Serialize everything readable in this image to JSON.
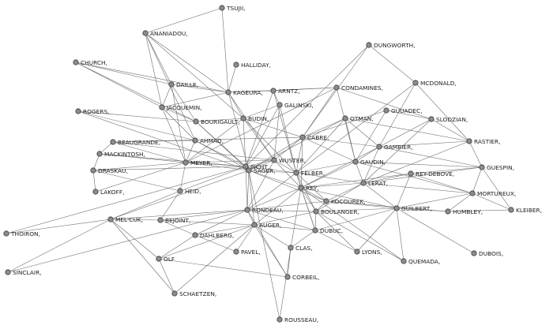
{
  "nodes": [
    {
      "id": "TSUJII",
      "label": "TSUJII,"
    },
    {
      "id": "ANANIADOU",
      "label": "ANANIADOU,"
    },
    {
      "id": "DUNGWORTH",
      "label": "DUNGWORTH,"
    },
    {
      "id": "CHURCH",
      "label": "CHURCH,"
    },
    {
      "id": "HALLIDAY",
      "label": "HALLIDAY,"
    },
    {
      "id": "MCDONALD",
      "label": "MCDONALD,"
    },
    {
      "id": "DAILLE",
      "label": "DAILLE,"
    },
    {
      "id": "KAGEURA",
      "label": "KAGEURA,"
    },
    {
      "id": "ARNTZ",
      "label": "ARNTZ,"
    },
    {
      "id": "CONDAMINES",
      "label": "CONDAMINES,"
    },
    {
      "id": "GALINSKI",
      "label": "GALINSKI,"
    },
    {
      "id": "ROGERS",
      "label": "ROGERS,"
    },
    {
      "id": "JACQUEMIN",
      "label": "JACQUEMIN,"
    },
    {
      "id": "BOURIGAULT",
      "label": "BOURIGAULT,"
    },
    {
      "id": "BUDIN",
      "label": "BUDIN,"
    },
    {
      "id": "GUUADEC",
      "label": "GUUADEC,"
    },
    {
      "id": "OTMAN",
      "label": "OTMAN,"
    },
    {
      "id": "SLODZIAN",
      "label": "SLODZIAN,"
    },
    {
      "id": "AHMAD",
      "label": "AHMAD,"
    },
    {
      "id": "BEAUGRANDE",
      "label": "BEAUGRANDE,"
    },
    {
      "id": "CABRE",
      "label": "CABRE,"
    },
    {
      "id": "RASTIER",
      "label": "RASTIER,"
    },
    {
      "id": "MACKINTOSH",
      "label": "MACKINTOSH,"
    },
    {
      "id": "GAMBIER",
      "label": "GAMBIER,"
    },
    {
      "id": "WUSTER",
      "label": "WUSTER,"
    },
    {
      "id": "MEYER",
      "label": "MEYER,"
    },
    {
      "id": "GAUDIN",
      "label": "GAUDIN,"
    },
    {
      "id": "PICHT",
      "label": "PICHT,"
    },
    {
      "id": "SAGER",
      "label": "SAGER,"
    },
    {
      "id": "FELBER",
      "label": "FELBER,"
    },
    {
      "id": "GUESPIN",
      "label": "GUESPIN,"
    },
    {
      "id": "DRASKAU",
      "label": "DRASKAU,"
    },
    {
      "id": "REYDEBOVE",
      "label": "REY-DEBOVE,"
    },
    {
      "id": "LERAT",
      "label": "LERAT,"
    },
    {
      "id": "LAKOFF",
      "label": "LAKOFF,"
    },
    {
      "id": "HEID",
      "label": "HEID,"
    },
    {
      "id": "REY",
      "label": "REY,"
    },
    {
      "id": "MORTUREUX",
      "label": "MORTUREUX,"
    },
    {
      "id": "KOCOUREK",
      "label": "KOCOUREK,"
    },
    {
      "id": "KLEIBER",
      "label": "KLEIBER,"
    },
    {
      "id": "RONDEAU",
      "label": "RONDEAU,"
    },
    {
      "id": "BOULANGER",
      "label": "BOULANGER,"
    },
    {
      "id": "GUILBERT",
      "label": "GUILBERT,"
    },
    {
      "id": "HUMBLEY",
      "label": "HUMBLEY,"
    },
    {
      "id": "MELCUK",
      "label": "MEL'CUK,"
    },
    {
      "id": "BEJOINT",
      "label": "BEJOINT,"
    },
    {
      "id": "AUGER",
      "label": "AUGER,"
    },
    {
      "id": "THOIRON",
      "label": "THOIRON,"
    },
    {
      "id": "DAHLBERG",
      "label": "DAHLBERG,"
    },
    {
      "id": "DUBUC",
      "label": "DUBUC,"
    },
    {
      "id": "PAVEL",
      "label": "PAVEL,"
    },
    {
      "id": "CLAS",
      "label": "CLAS,"
    },
    {
      "id": "LYONS",
      "label": "LYONS,"
    },
    {
      "id": "QUEMADA",
      "label": "QUEMADA,"
    },
    {
      "id": "DUBOIS",
      "label": "DUBOIS,"
    },
    {
      "id": "OLF",
      "label": "OLF"
    },
    {
      "id": "SINCLAIR",
      "label": "SINCLAIR,"
    },
    {
      "id": "CORBEIL",
      "label": "CORBEIL,"
    },
    {
      "id": "SCHAETZEN",
      "label": "SCHAETZEN,"
    },
    {
      "id": "ROUSSEAU",
      "label": "ROUSSEAU,"
    }
  ],
  "edges": [
    [
      "TSUJII",
      "ANANIADOU"
    ],
    [
      "TSUJII",
      "KAGEURA"
    ],
    [
      "ANANIADOU",
      "DAILLE"
    ],
    [
      "ANANIADOU",
      "KAGEURA"
    ],
    [
      "ANANIADOU",
      "JACQUEMIN"
    ],
    [
      "ANANIADOU",
      "BUDIN"
    ],
    [
      "ANANIADOU",
      "AHMAD"
    ],
    [
      "CHURCH",
      "DAILLE"
    ],
    [
      "CHURCH",
      "KAGEURA"
    ],
    [
      "CHURCH",
      "JACQUEMIN"
    ],
    [
      "CHURCH",
      "BOURIGAULT"
    ],
    [
      "HALLIDAY",
      "KAGEURA"
    ],
    [
      "DUNGWORTH",
      "CABRE"
    ],
    [
      "DUNGWORTH",
      "PICHT"
    ],
    [
      "DUNGWORTH",
      "MCDONALD"
    ],
    [
      "MCDONALD",
      "RASTIER"
    ],
    [
      "MCDONALD",
      "GAMBIER"
    ],
    [
      "MCDONALD",
      "FELBER"
    ],
    [
      "DAILLE",
      "JACQUEMIN"
    ],
    [
      "DAILLE",
      "BOURIGAULT"
    ],
    [
      "DAILLE",
      "KAGEURA"
    ],
    [
      "DAILLE",
      "MEYER"
    ],
    [
      "KAGEURA",
      "ARNTZ"
    ],
    [
      "KAGEURA",
      "BUDIN"
    ],
    [
      "KAGEURA",
      "JACQUEMIN"
    ],
    [
      "KAGEURA",
      "SAGER"
    ],
    [
      "KAGEURA",
      "CONDAMINES"
    ],
    [
      "KAGEURA",
      "WUSTER"
    ],
    [
      "ARNTZ",
      "GALINSKI"
    ],
    [
      "ARNTZ",
      "PICHT"
    ],
    [
      "ARNTZ",
      "FELBER"
    ],
    [
      "ARNTZ",
      "CONDAMINES"
    ],
    [
      "CONDAMINES",
      "CABRE"
    ],
    [
      "CONDAMINES",
      "GAUDIN"
    ],
    [
      "CONDAMINES",
      "SLODZIAN"
    ],
    [
      "CONDAMINES",
      "MEYER"
    ],
    [
      "GALINSKI",
      "BUDIN"
    ],
    [
      "GALINSKI",
      "PICHT"
    ],
    [
      "GALINSKI",
      "FELBER"
    ],
    [
      "GALINSKI",
      "WUSTER"
    ],
    [
      "ROGERS",
      "BOURIGAULT"
    ],
    [
      "ROGERS",
      "AHMAD"
    ],
    [
      "ROGERS",
      "SAGER"
    ],
    [
      "JACQUEMIN",
      "BOURIGAULT"
    ],
    [
      "JACQUEMIN",
      "MEYER"
    ],
    [
      "JACQUEMIN",
      "AHMAD"
    ],
    [
      "BOURIGAULT",
      "BUDIN"
    ],
    [
      "BOURIGAULT",
      "PICHT"
    ],
    [
      "BOURIGAULT",
      "SAGER"
    ],
    [
      "BUDIN",
      "PICHT"
    ],
    [
      "BUDIN",
      "WUSTER"
    ],
    [
      "BUDIN",
      "FELBER"
    ],
    [
      "BUDIN",
      "CABRE"
    ],
    [
      "BUDIN",
      "MEYER"
    ],
    [
      "GUUADEC",
      "CABRE"
    ],
    [
      "GUUADEC",
      "GAUDIN"
    ],
    [
      "GUUADEC",
      "SLODZIAN"
    ],
    [
      "OTMAN",
      "CABRE"
    ],
    [
      "OTMAN",
      "SAGER"
    ],
    [
      "OTMAN",
      "GAUDIN"
    ],
    [
      "OTMAN",
      "FELBER"
    ],
    [
      "OTMAN",
      "RASTIER"
    ],
    [
      "OTMAN",
      "GAMBIER"
    ],
    [
      "SLODZIAN",
      "RASTIER"
    ],
    [
      "SLODZIAN",
      "GAMBIER"
    ],
    [
      "SLODZIAN",
      "LERAT"
    ],
    [
      "AHMAD",
      "MEYER"
    ],
    [
      "AHMAD",
      "PICHT"
    ],
    [
      "AHMAD",
      "SAGER"
    ],
    [
      "AHMAD",
      "BEAUGRANDE"
    ],
    [
      "BEAUGRANDE",
      "MACKINTOSH"
    ],
    [
      "BEAUGRANDE",
      "MEYER"
    ],
    [
      "BEAUGRANDE",
      "WUSTER"
    ],
    [
      "BEAUGRANDE",
      "CABRE"
    ],
    [
      "CABRE",
      "WUSTER"
    ],
    [
      "CABRE",
      "SAGER"
    ],
    [
      "CABRE",
      "FELBER"
    ],
    [
      "CABRE",
      "GAUDIN"
    ],
    [
      "CABRE",
      "REY"
    ],
    [
      "CABRE",
      "GAMBIER"
    ],
    [
      "RASTIER",
      "GAMBIER"
    ],
    [
      "RASTIER",
      "GUESPIN"
    ],
    [
      "RASTIER",
      "LERAT"
    ],
    [
      "MACKINTOSH",
      "MEYER"
    ],
    [
      "MACKINTOSH",
      "DRASKAU"
    ],
    [
      "MACKINTOSH",
      "PICHT"
    ],
    [
      "GAMBIER",
      "GAUDIN"
    ],
    [
      "GAMBIER",
      "GUESPIN"
    ],
    [
      "GAMBIER",
      "LERAT"
    ],
    [
      "GAMBIER",
      "REY"
    ],
    [
      "WUSTER",
      "PICHT"
    ],
    [
      "WUSTER",
      "SAGER"
    ],
    [
      "WUSTER",
      "FELBER"
    ],
    [
      "WUSTER",
      "MEYER"
    ],
    [
      "WUSTER",
      "REY"
    ],
    [
      "WUSTER",
      "RONDEAU"
    ],
    [
      "MEYER",
      "PICHT"
    ],
    [
      "MEYER",
      "SAGER"
    ],
    [
      "MEYER",
      "HEID"
    ],
    [
      "MEYER",
      "LAKOFF"
    ],
    [
      "MEYER",
      "DRASKAU"
    ],
    [
      "GAUDIN",
      "LERAT"
    ],
    [
      "GAUDIN",
      "REY"
    ],
    [
      "GAUDIN",
      "GUESPIN"
    ],
    [
      "GAUDIN",
      "MORTUREUX"
    ],
    [
      "GAUDIN",
      "FELBER"
    ],
    [
      "PICHT",
      "SAGER"
    ],
    [
      "PICHT",
      "FELBER"
    ],
    [
      "PICHT",
      "RONDEAU"
    ],
    [
      "PICHT",
      "HEID"
    ],
    [
      "PICHT",
      "DRASKAU"
    ],
    [
      "SAGER",
      "FELBER"
    ],
    [
      "SAGER",
      "REY"
    ],
    [
      "SAGER",
      "RONDEAU"
    ],
    [
      "SAGER",
      "AUGER"
    ],
    [
      "SAGER",
      "KOCOUREK"
    ],
    [
      "FELBER",
      "REY"
    ],
    [
      "FELBER",
      "LERAT"
    ],
    [
      "FELBER",
      "KOCOUREK"
    ],
    [
      "FELBER",
      "RONDEAU"
    ],
    [
      "FELBER",
      "DUBUC"
    ],
    [
      "FELBER",
      "BOULANGER"
    ],
    [
      "GUESPIN",
      "REYDEBOVE"
    ],
    [
      "GUESPIN",
      "MORTUREUX"
    ],
    [
      "GUESPIN",
      "KLEIBER"
    ],
    [
      "GUESPIN",
      "LERAT"
    ],
    [
      "DRASKAU",
      "LAKOFF"
    ],
    [
      "DRASKAU",
      "HEID"
    ],
    [
      "REYDEBOVE",
      "LERAT"
    ],
    [
      "REYDEBOVE",
      "REY"
    ],
    [
      "REYDEBOVE",
      "MORTUREUX"
    ],
    [
      "REYDEBOVE",
      "GUILBERT"
    ],
    [
      "LERAT",
      "REY"
    ],
    [
      "LERAT",
      "KOCOUREK"
    ],
    [
      "LERAT",
      "GUILBERT"
    ],
    [
      "LERAT",
      "MORTUREUX"
    ],
    [
      "LERAT",
      "BOULANGER"
    ],
    [
      "HEID",
      "MELCUK"
    ],
    [
      "HEID",
      "BEJOINT"
    ],
    [
      "REY",
      "KOCOUREK"
    ],
    [
      "REY",
      "BOULANGER"
    ],
    [
      "REY",
      "GUILBERT"
    ],
    [
      "REY",
      "RONDEAU"
    ],
    [
      "REY",
      "DUBUC"
    ],
    [
      "REY",
      "AUGER"
    ],
    [
      "REY",
      "CLAS"
    ],
    [
      "REY",
      "QUEMADA"
    ],
    [
      "MORTUREUX",
      "KLEIBER"
    ],
    [
      "MORTUREUX",
      "HUMBLEY"
    ],
    [
      "MORTUREUX",
      "GUILBERT"
    ],
    [
      "KOCOUREK",
      "BOULANGER"
    ],
    [
      "KOCOUREK",
      "GUILBERT"
    ],
    [
      "KOCOUREK",
      "HUMBLEY"
    ],
    [
      "KOCOUREK",
      "RONDEAU"
    ],
    [
      "RONDEAU",
      "BOULANGER"
    ],
    [
      "RONDEAU",
      "AUGER"
    ],
    [
      "RONDEAU",
      "DUBUC"
    ],
    [
      "RONDEAU",
      "BEJOINT"
    ],
    [
      "RONDEAU",
      "DAHLBERG"
    ],
    [
      "RONDEAU",
      "MELCUK"
    ],
    [
      "BOULANGER",
      "GUILBERT"
    ],
    [
      "BOULANGER",
      "DUBUC"
    ],
    [
      "BOULANGER",
      "AUGER"
    ],
    [
      "BOULANGER",
      "LYONS"
    ],
    [
      "BOULANGER",
      "QUEMADA"
    ],
    [
      "GUILBERT",
      "HUMBLEY"
    ],
    [
      "GUILBERT",
      "DUBOIS"
    ],
    [
      "GUILBERT",
      "QUEMADA"
    ],
    [
      "GUILBERT",
      "DUBUC"
    ],
    [
      "MELCUK",
      "BEJOINT"
    ],
    [
      "MELCUK",
      "THOIRON"
    ],
    [
      "MELCUK",
      "SINCLAIR"
    ],
    [
      "MELCUK",
      "OLF"
    ],
    [
      "MELCUK",
      "SAGER"
    ],
    [
      "BEJOINT",
      "DAHLBERG"
    ],
    [
      "BEJOINT",
      "AUGER"
    ],
    [
      "AUGER",
      "DUBUC"
    ],
    [
      "AUGER",
      "CLAS"
    ],
    [
      "AUGER",
      "PAVEL"
    ],
    [
      "AUGER",
      "OLF"
    ],
    [
      "AUGER",
      "CORBEIL"
    ],
    [
      "AUGER",
      "DAHLBERG"
    ],
    [
      "DAHLBERG",
      "PAVEL"
    ],
    [
      "DAHLBERG",
      "OLF"
    ],
    [
      "DUBUC",
      "CLAS"
    ],
    [
      "DUBUC",
      "LYONS"
    ],
    [
      "CLAS",
      "CORBEIL"
    ],
    [
      "CLAS",
      "ROUSSEAU"
    ],
    [
      "OLF",
      "CORBEIL"
    ],
    [
      "OLF",
      "SCHAETZEN"
    ],
    [
      "SCHAETZEN",
      "AUGER"
    ],
    [
      "SCHAETZEN",
      "MELCUK"
    ],
    [
      "THOIRON",
      "PICHT"
    ],
    [
      "SINCLAIR",
      "RONDEAU"
    ],
    [
      "ROUSSEAU",
      "SAGER"
    ],
    [
      "CORBEIL",
      "RONDEAU"
    ],
    [
      "HUMBLEY",
      "KLEIBER"
    ],
    [
      "LYONS",
      "GUILBERT"
    ]
  ]
}
